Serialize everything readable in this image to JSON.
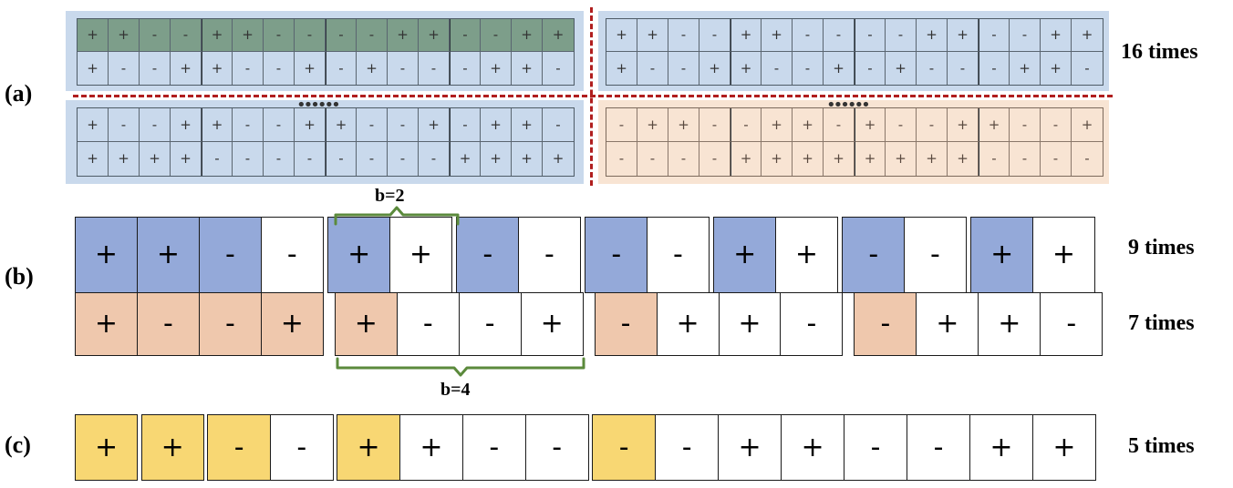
{
  "labels": {
    "a": "(a)",
    "b": "(b)",
    "c": "(c)",
    "a_times": "16 times",
    "b1_times": "9 times",
    "b2_times": "7 times",
    "c_times": "5 times",
    "brace_top": "b=2",
    "brace_bottom": "b=4",
    "dots": "••••••"
  },
  "colors": {
    "panel_blue": "#c9d9ec",
    "panel_peach": "#f8e4d3",
    "highlight_green": "#7d9e8a",
    "cell_blue": "#94a9d9",
    "cell_peach": "#efc8ad",
    "cell_yellow": "#f8d773",
    "divider_red": "#b01e1e",
    "brace_green": "#5b8a3c"
  },
  "panel_a": {
    "top_left": {
      "row1": [
        "+",
        "+",
        "-",
        "-",
        "+",
        "+",
        "-",
        "-",
        "-",
        "-",
        "+",
        "+",
        "-",
        "-",
        "+",
        "+"
      ],
      "row2": [
        "+",
        "-",
        "-",
        "+",
        "+",
        "-",
        "-",
        "+",
        "-",
        "+",
        "-",
        "-",
        "-",
        "+",
        "+",
        "-"
      ],
      "row1_highlighted": true
    },
    "top_right": {
      "row1": [
        "+",
        "+",
        "-",
        "-",
        "+",
        "+",
        "-",
        "-",
        "-",
        "-",
        "+",
        "+",
        "-",
        "-",
        "+",
        "+"
      ],
      "row2": [
        "+",
        "-",
        "-",
        "+",
        "+",
        "-",
        "-",
        "+",
        "-",
        "+",
        "-",
        "-",
        "-",
        "+",
        "+",
        "-"
      ]
    },
    "bottom_left": {
      "row1": [
        "+",
        "-",
        "-",
        "+",
        "+",
        "-",
        "-",
        "+",
        "+",
        "-",
        "-",
        "+",
        "-",
        "+",
        "+",
        "-"
      ],
      "row2": [
        "+",
        "+",
        "+",
        "+",
        "-",
        "-",
        "-",
        "-",
        "-",
        "-",
        "-",
        "-",
        "+",
        "+",
        "+",
        "+"
      ]
    },
    "bottom_right": {
      "row1": [
        "-",
        "+",
        "+",
        "-",
        "-",
        "+",
        "+",
        "-",
        "+",
        "-",
        "-",
        "+",
        "+",
        "-",
        "-",
        "+"
      ],
      "row2": [
        "-",
        "-",
        "-",
        "-",
        "+",
        "+",
        "+",
        "+",
        "+",
        "+",
        "+",
        "+",
        "-",
        "-",
        "-",
        "-"
      ]
    }
  },
  "panel_b": {
    "row1": [
      {
        "cells": [
          {
            "v": "+",
            "hl": true
          },
          {
            "v": "+",
            "hl": true
          },
          {
            "v": "-",
            "hl": true
          },
          {
            "v": "-",
            "hl": false
          }
        ]
      },
      {
        "cells": [
          {
            "v": "+",
            "hl": true
          },
          {
            "v": "+",
            "hl": false
          }
        ]
      },
      {
        "cells": [
          {
            "v": "-",
            "hl": true
          },
          {
            "v": "-",
            "hl": false
          }
        ]
      },
      {
        "cells": [
          {
            "v": "-",
            "hl": true
          },
          {
            "v": "-",
            "hl": false
          }
        ]
      },
      {
        "cells": [
          {
            "v": "+",
            "hl": true
          },
          {
            "v": "+",
            "hl": false
          }
        ]
      },
      {
        "cells": [
          {
            "v": "-",
            "hl": true
          },
          {
            "v": "-",
            "hl": false
          }
        ]
      },
      {
        "cells": [
          {
            "v": "+",
            "hl": true
          },
          {
            "v": "+",
            "hl": false
          }
        ]
      }
    ],
    "row2": [
      {
        "cells": [
          {
            "v": "+",
            "hl": true
          },
          {
            "v": "-",
            "hl": true
          },
          {
            "v": "-",
            "hl": true
          },
          {
            "v": "+",
            "hl": true
          }
        ]
      },
      {
        "cells": [
          {
            "v": "+",
            "hl": true
          },
          {
            "v": "-",
            "hl": false
          },
          {
            "v": "-",
            "hl": false
          },
          {
            "v": "+",
            "hl": false
          }
        ]
      },
      {
        "cells": [
          {
            "v": "-",
            "hl": true
          },
          {
            "v": "+",
            "hl": false
          },
          {
            "v": "+",
            "hl": false
          },
          {
            "v": "-",
            "hl": false
          }
        ]
      },
      {
        "cells": [
          {
            "v": "-",
            "hl": true
          },
          {
            "v": "+",
            "hl": false
          },
          {
            "v": "+",
            "hl": false
          },
          {
            "v": "-",
            "hl": false
          }
        ]
      }
    ]
  },
  "panel_c": {
    "row": [
      {
        "cells": [
          {
            "v": "+",
            "hl": true
          }
        ]
      },
      {
        "cells": [
          {
            "v": "+",
            "hl": true
          }
        ]
      },
      {
        "cells": [
          {
            "v": "-",
            "hl": true
          },
          {
            "v": "-",
            "hl": false
          }
        ]
      },
      {
        "cells": [
          {
            "v": "+",
            "hl": true
          },
          {
            "v": "+",
            "hl": false
          },
          {
            "v": "-",
            "hl": false
          },
          {
            "v": "-",
            "hl": false
          }
        ]
      },
      {
        "cells": [
          {
            "v": "-",
            "hl": true
          },
          {
            "v": "-",
            "hl": false
          },
          {
            "v": "+",
            "hl": false
          },
          {
            "v": "+",
            "hl": false
          },
          {
            "v": "-",
            "hl": false
          },
          {
            "v": "-",
            "hl": false
          },
          {
            "v": "+",
            "hl": false
          },
          {
            "v": "+",
            "hl": false
          }
        ]
      }
    ]
  }
}
